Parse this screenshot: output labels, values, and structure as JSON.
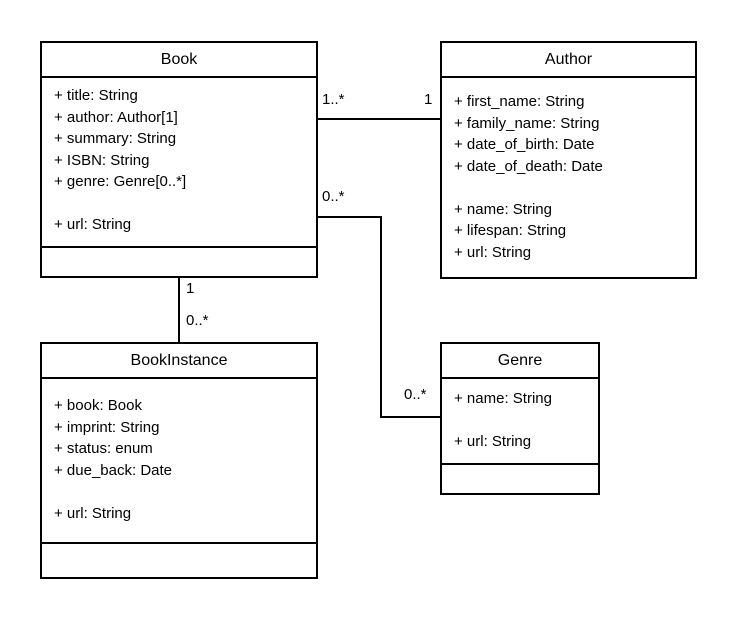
{
  "diagram": {
    "type": "uml-class-diagram",
    "colors": {
      "background": "#ffffff",
      "line": "#000000",
      "text": "#000000"
    },
    "classes": [
      {
        "name": "Book",
        "attributes": [
          "+ title: String",
          "+ author: Author[1]",
          "+ summary: String",
          "+ ISBN: String",
          "+ genre: Genre[0..*]",
          "",
          "+ url: String"
        ],
        "has_empty_methods_compartment": true
      },
      {
        "name": "Author",
        "attributes": [
          "+ first_name: String",
          "+ family_name: String",
          "+ date_of_birth: Date",
          "+ date_of_death: Date",
          "",
          "+ name: String",
          "+ lifespan: String",
          "+ url: String"
        ],
        "has_empty_methods_compartment": false
      },
      {
        "name": "BookInstance",
        "attributes": [
          "+ book: Book",
          "+ imprint: String",
          "+ status: enum",
          "+ due_back: Date",
          "",
          "+ url: String"
        ],
        "has_empty_methods_compartment": true
      },
      {
        "name": "Genre",
        "attributes": [
          "+ name: String",
          "",
          "+ url: String"
        ],
        "has_empty_methods_compartment": true
      }
    ],
    "associations": [
      {
        "from": "Book",
        "to": "Author",
        "from_multiplicity": "1..*",
        "to_multiplicity": "1"
      },
      {
        "from": "Book",
        "to": "Genre",
        "from_multiplicity": "0..*",
        "to_multiplicity": "0..*"
      },
      {
        "from": "Book",
        "to": "BookInstance",
        "from_multiplicity": "1",
        "to_multiplicity": "0..*"
      }
    ]
  }
}
